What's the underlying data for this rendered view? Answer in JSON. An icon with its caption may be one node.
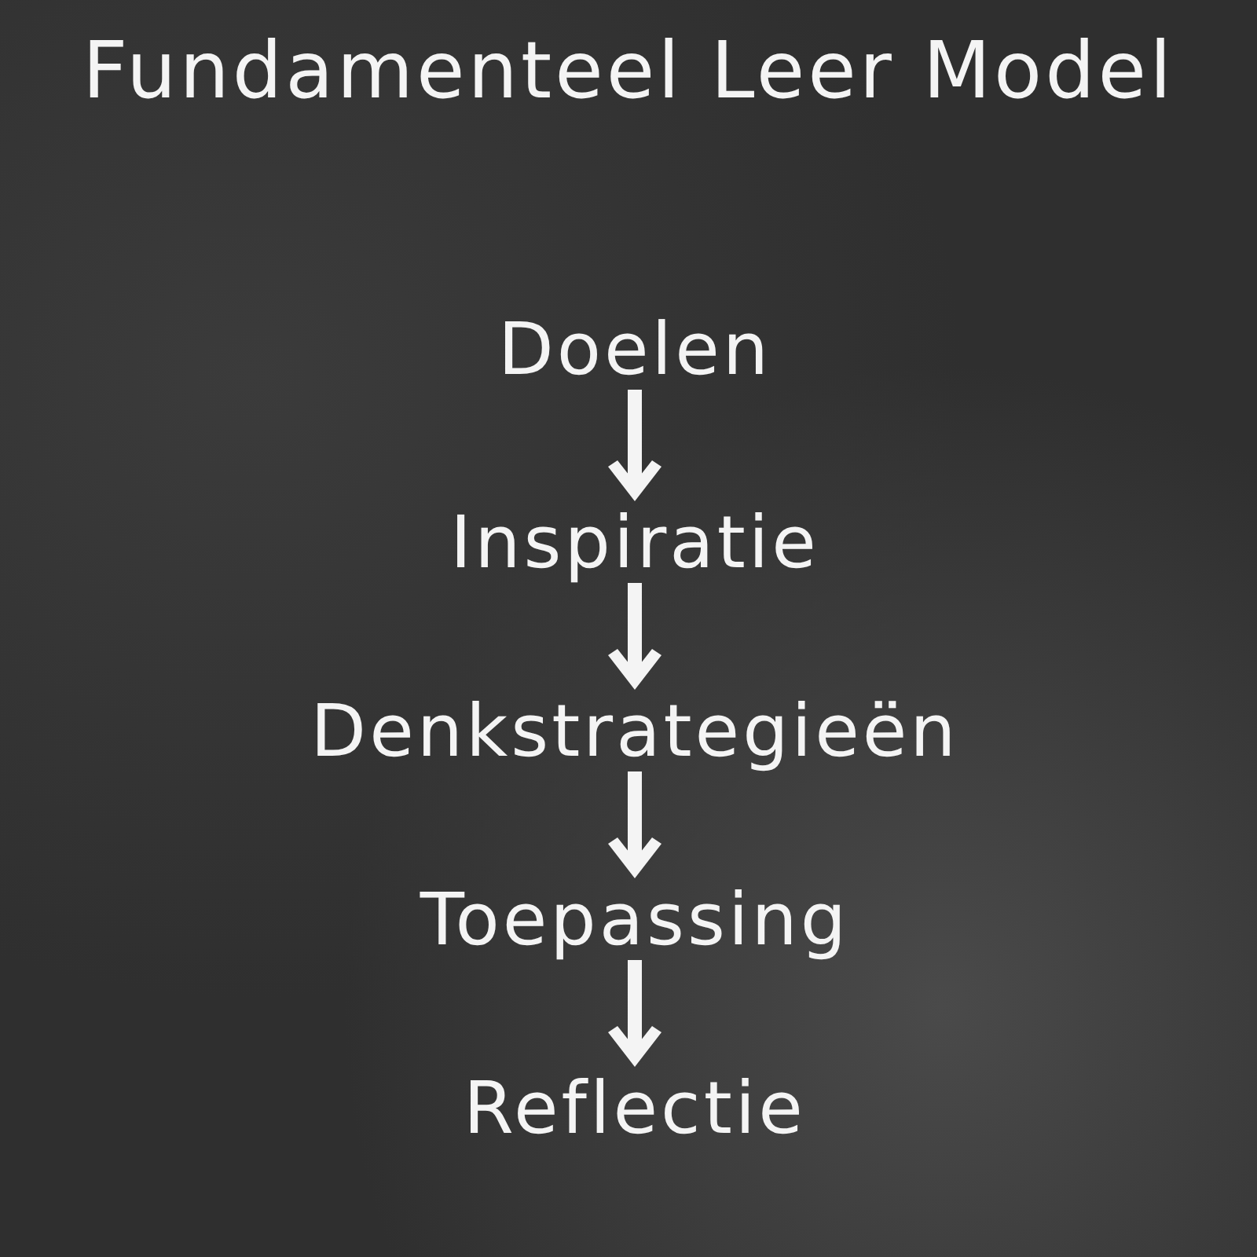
{
  "diagram": {
    "title": "Fundamenteel Leer Model",
    "nodes": [
      {
        "text": [
          "Doelen"
        ]
      },
      {
        "text": [
          "Inspiratie"
        ]
      },
      {
        "text": [
          "Denkstrategieën"
        ]
      },
      {
        "text": [
          "Toepassing"
        ]
      },
      {
        "text": [
          "Reflectie"
        ]
      }
    ],
    "edges": [
      {
        "from": 0,
        "to": 1,
        "arrow": "to"
      },
      {
        "from": 1,
        "to": 2,
        "arrow": "to"
      },
      {
        "from": 2,
        "to": 3,
        "arrow": "to"
      },
      {
        "from": 3,
        "to": 4,
        "arrow": "to"
      }
    ]
  }
}
